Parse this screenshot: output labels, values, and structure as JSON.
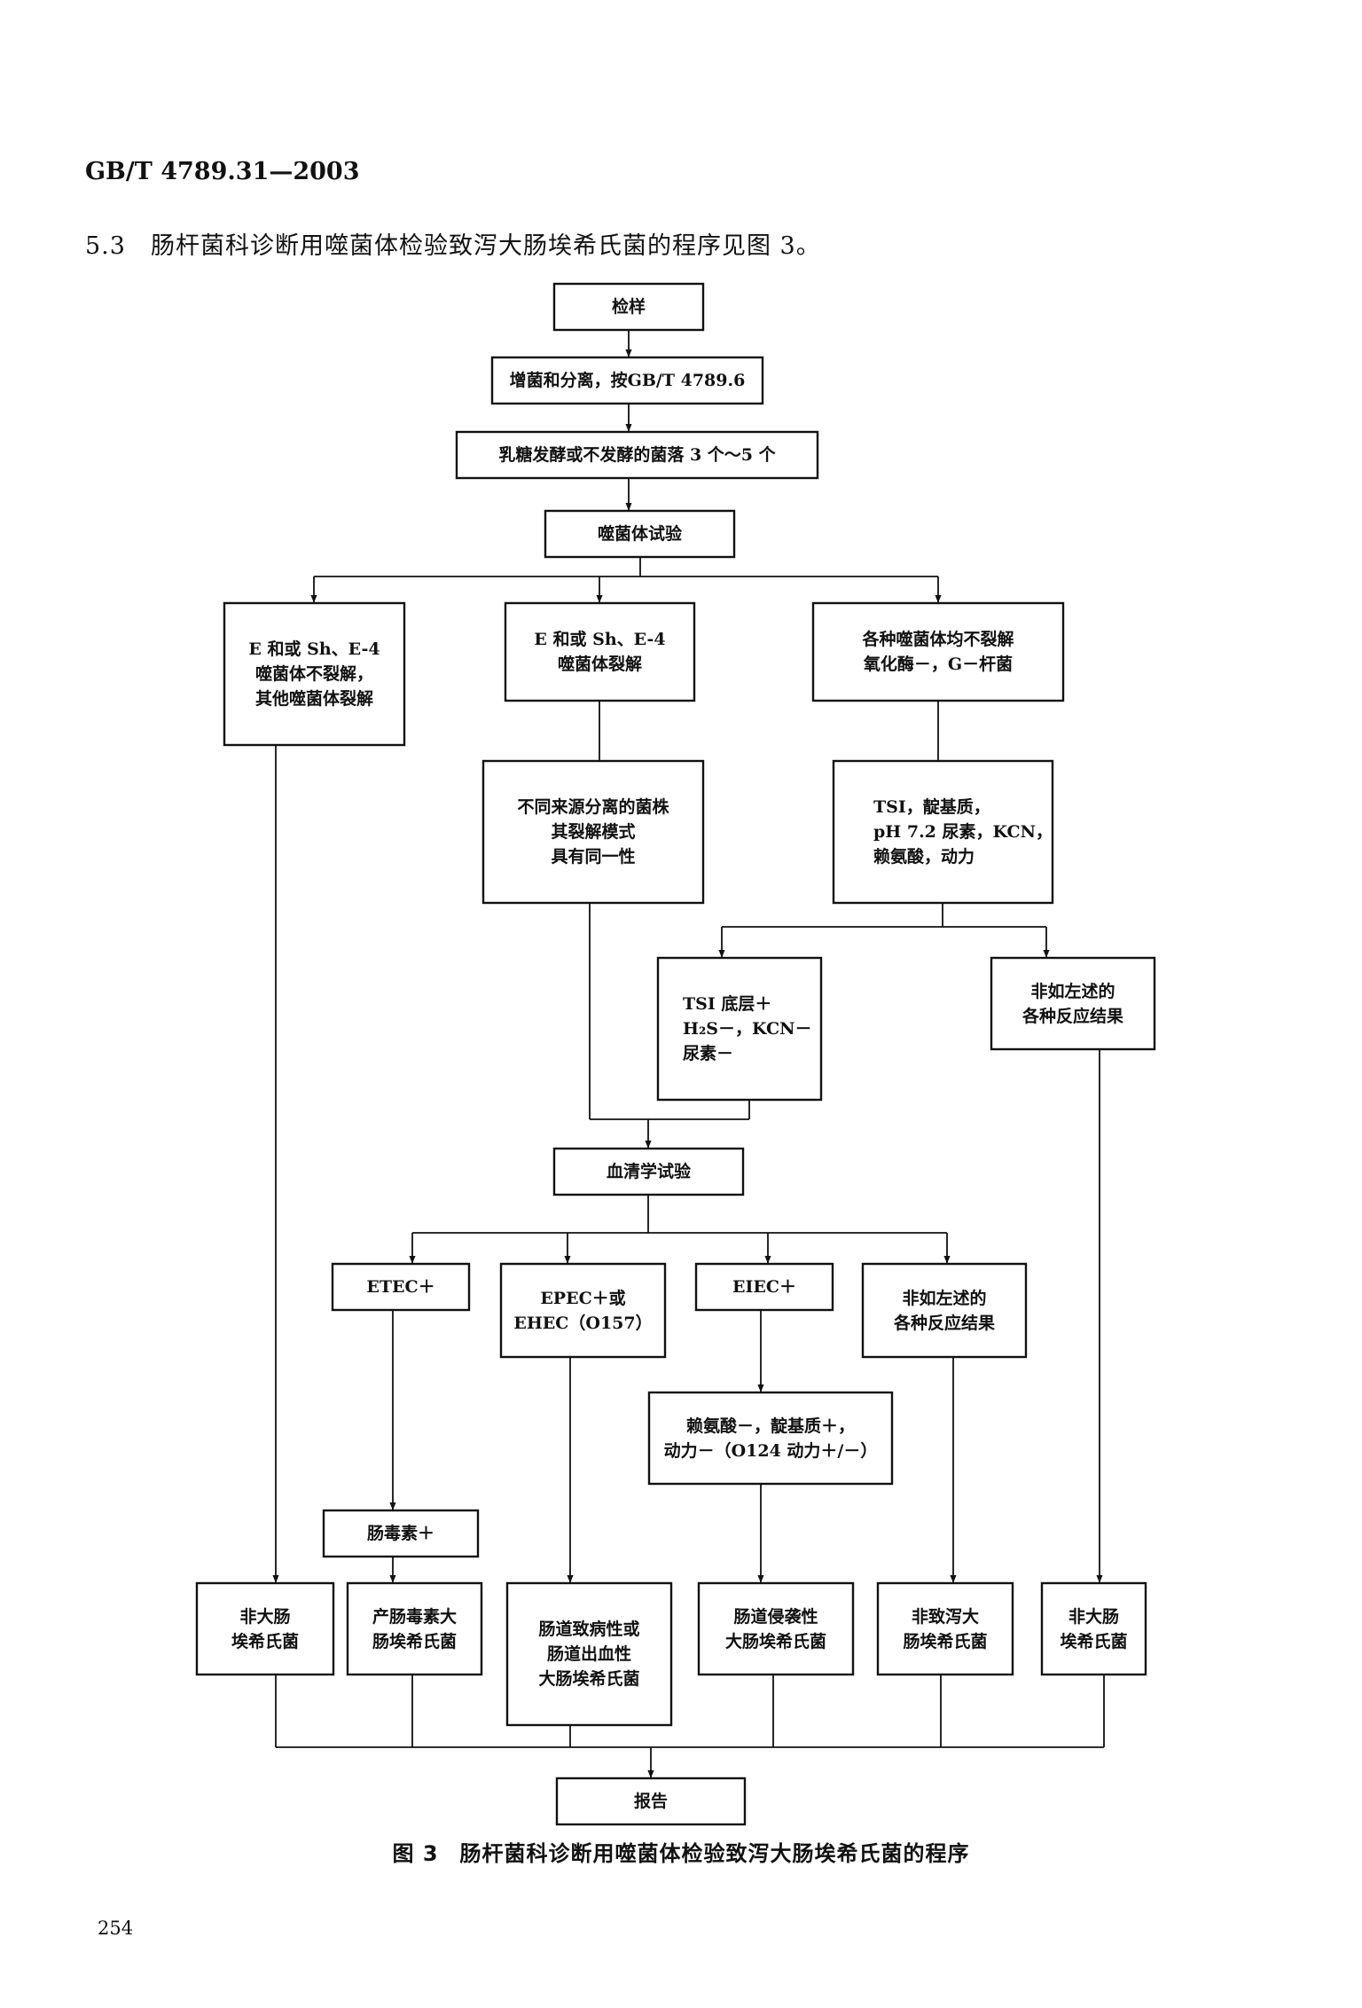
{
  "header": {
    "standard_number": "GB/T 4789.31—2003"
  },
  "section": {
    "number": "5.3",
    "text": "肠杆菌科诊断用噬菌体检验致泻大肠埃希氏菌的程序见图 3。"
  },
  "nodes": {
    "sample": [
      "检样"
    ],
    "enrich": [
      "增菌和分离，按GB/T 4789.6"
    ],
    "colonies": [
      "乳糖发酵或不发酵的菌落 3 个～5 个"
    ],
    "phage_test": [
      "噬菌体试验"
    ],
    "phage_left": [
      "E 和或 Sh、E-4",
      "噬菌体不裂解，",
      "其他噬菌体裂解"
    ],
    "phage_mid": [
      "E 和或 Sh、E-4",
      "噬菌体裂解"
    ],
    "phage_right": [
      "各种噬菌体均不裂解",
      "氧化酶－，G－杆菌"
    ],
    "same_pattern": [
      "不同来源分离的菌株",
      "其裂解模式",
      "具有同一性"
    ],
    "biochem": [
      "TSI，靛基质，",
      "pH 7.2 尿素，KCN，",
      "赖氨酸，动力"
    ],
    "tsi_result": [
      "TSI 底层＋",
      "H₂S－，KCN－",
      "尿素－"
    ],
    "other_result_1": [
      "非如左述的",
      "各种反应结果"
    ],
    "serology": [
      "血清学试验"
    ],
    "etec": [
      "ETEC＋"
    ],
    "epec": [
      "EPEC＋或",
      "EHEC（O157）"
    ],
    "eiec": [
      "EIEC＋"
    ],
    "other_result_2": [
      "非如左述的",
      "各种反应结果"
    ],
    "lys_test": [
      "赖氨酸－，靛基质＋，",
      "动力－（O124 动力＋/－）"
    ],
    "enterotoxin": [
      "肠毒素＋"
    ],
    "non_ec_1": [
      "非大肠",
      "埃希氏菌"
    ],
    "toxigenic": [
      "产肠毒素大",
      "肠埃希氏菌"
    ],
    "pathogenic": [
      "肠道致病性或",
      "肠道出血性",
      "大肠埃希氏菌"
    ],
    "invasive": [
      "肠道侵袭性",
      "大肠埃希氏菌"
    ],
    "non_diarrheal": [
      "非致泻大",
      "肠埃希氏菌"
    ],
    "non_ec_2": [
      "非大肠",
      "埃希氏菌"
    ],
    "report": [
      "报告"
    ]
  },
  "caption": {
    "figure": "图 3",
    "title": "肠杆菌科诊断用噬菌体检验致泻大肠埃希氏菌的程序"
  },
  "page_number": "254"
}
